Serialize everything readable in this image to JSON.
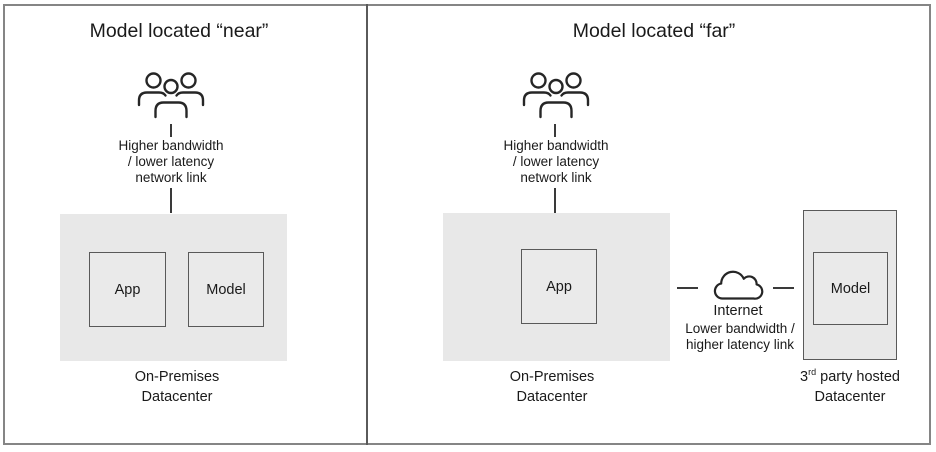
{
  "left": {
    "title": "Model located “near”",
    "network_link_label": "Higher bandwidth\n/ lower latency\nnetwork link",
    "app_label": "App",
    "model_label": "Model",
    "datacenter_caption": "On-Premises\nDatacenter"
  },
  "right": {
    "title": "Model located “far”",
    "network_link_label": "Higher bandwidth\n/ lower latency\nnetwork link",
    "app_label": "App",
    "onprem_caption": "On-Premises\nDatacenter",
    "internet_label": "Internet",
    "internet_caption": "Lower bandwidth /\nhigher latency link",
    "model_label": "Model",
    "third_party_caption_number": "3",
    "third_party_caption_ordinal": "rd",
    "third_party_caption_rest": " party hosted",
    "third_party_caption_line2": "Datacenter"
  },
  "icons": {
    "users": "users-group-icon",
    "internet": "cloud-icon"
  },
  "colors": {
    "frame_border": "#858585",
    "panel_divider": "#5a5a5a",
    "datacenter_fill": "#e8e8e8",
    "inner_box_fill": "#eaeaea",
    "inner_box_border": "#595959",
    "line_stroke": "#3a3a3a",
    "icon_stroke": "#262626",
    "text": "#1a1a1a"
  }
}
